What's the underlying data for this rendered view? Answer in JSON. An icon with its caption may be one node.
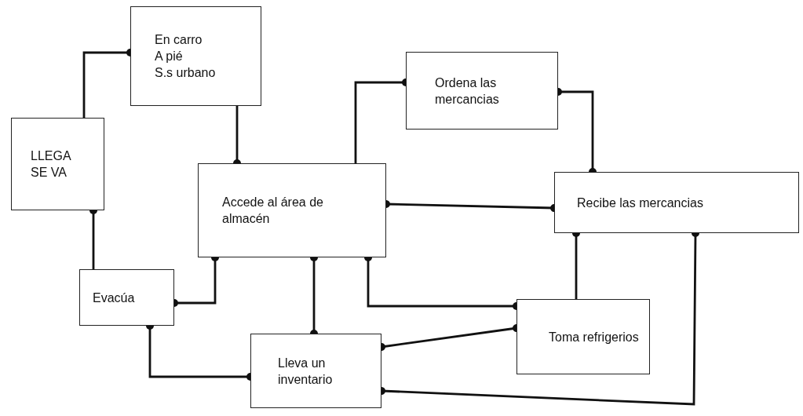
{
  "diagram": {
    "nodes": [
      {
        "text": [
          "En carro",
          "A pié",
          "S.s urbano"
        ]
      },
      {
        "text": [
          "LLEGA SE VA"
        ]
      },
      {
        "text": [
          "Accede al área de almacén"
        ]
      },
      {
        "text": [
          "Ordena las mercancias"
        ]
      },
      {
        "text": [
          "Recibe las mercancias"
        ]
      },
      {
        "text": [
          "Evacúa"
        ]
      },
      {
        "text": [
          "Lleva un inventario"
        ]
      },
      {
        "text": [
          "Toma refrigerios"
        ]
      }
    ],
    "edges": [
      {
        "from": 1,
        "to": 0,
        "arrow": "other"
      },
      {
        "from": 0,
        "to": 2,
        "arrow": "other"
      },
      {
        "from": 2,
        "to": 3,
        "arrow": "other"
      },
      {
        "from": 3,
        "to": 4,
        "arrow": "other"
      },
      {
        "from": 2,
        "to": 4,
        "arrow": "other"
      },
      {
        "from": 5,
        "to": 1,
        "arrow": "other"
      },
      {
        "from": 5,
        "to": 2,
        "arrow": "other"
      },
      {
        "from": 2,
        "to": 6,
        "arrow": "other"
      },
      {
        "from": 2,
        "to": 7,
        "arrow": "other"
      },
      {
        "from": 7,
        "to": 4,
        "arrow": "other"
      },
      {
        "from": 5,
        "to": 6,
        "arrow": "other"
      },
      {
        "from": 7,
        "to": 6,
        "arrow": "other"
      },
      {
        "from": 4,
        "to": 6,
        "arrow": "other"
      }
    ]
  }
}
